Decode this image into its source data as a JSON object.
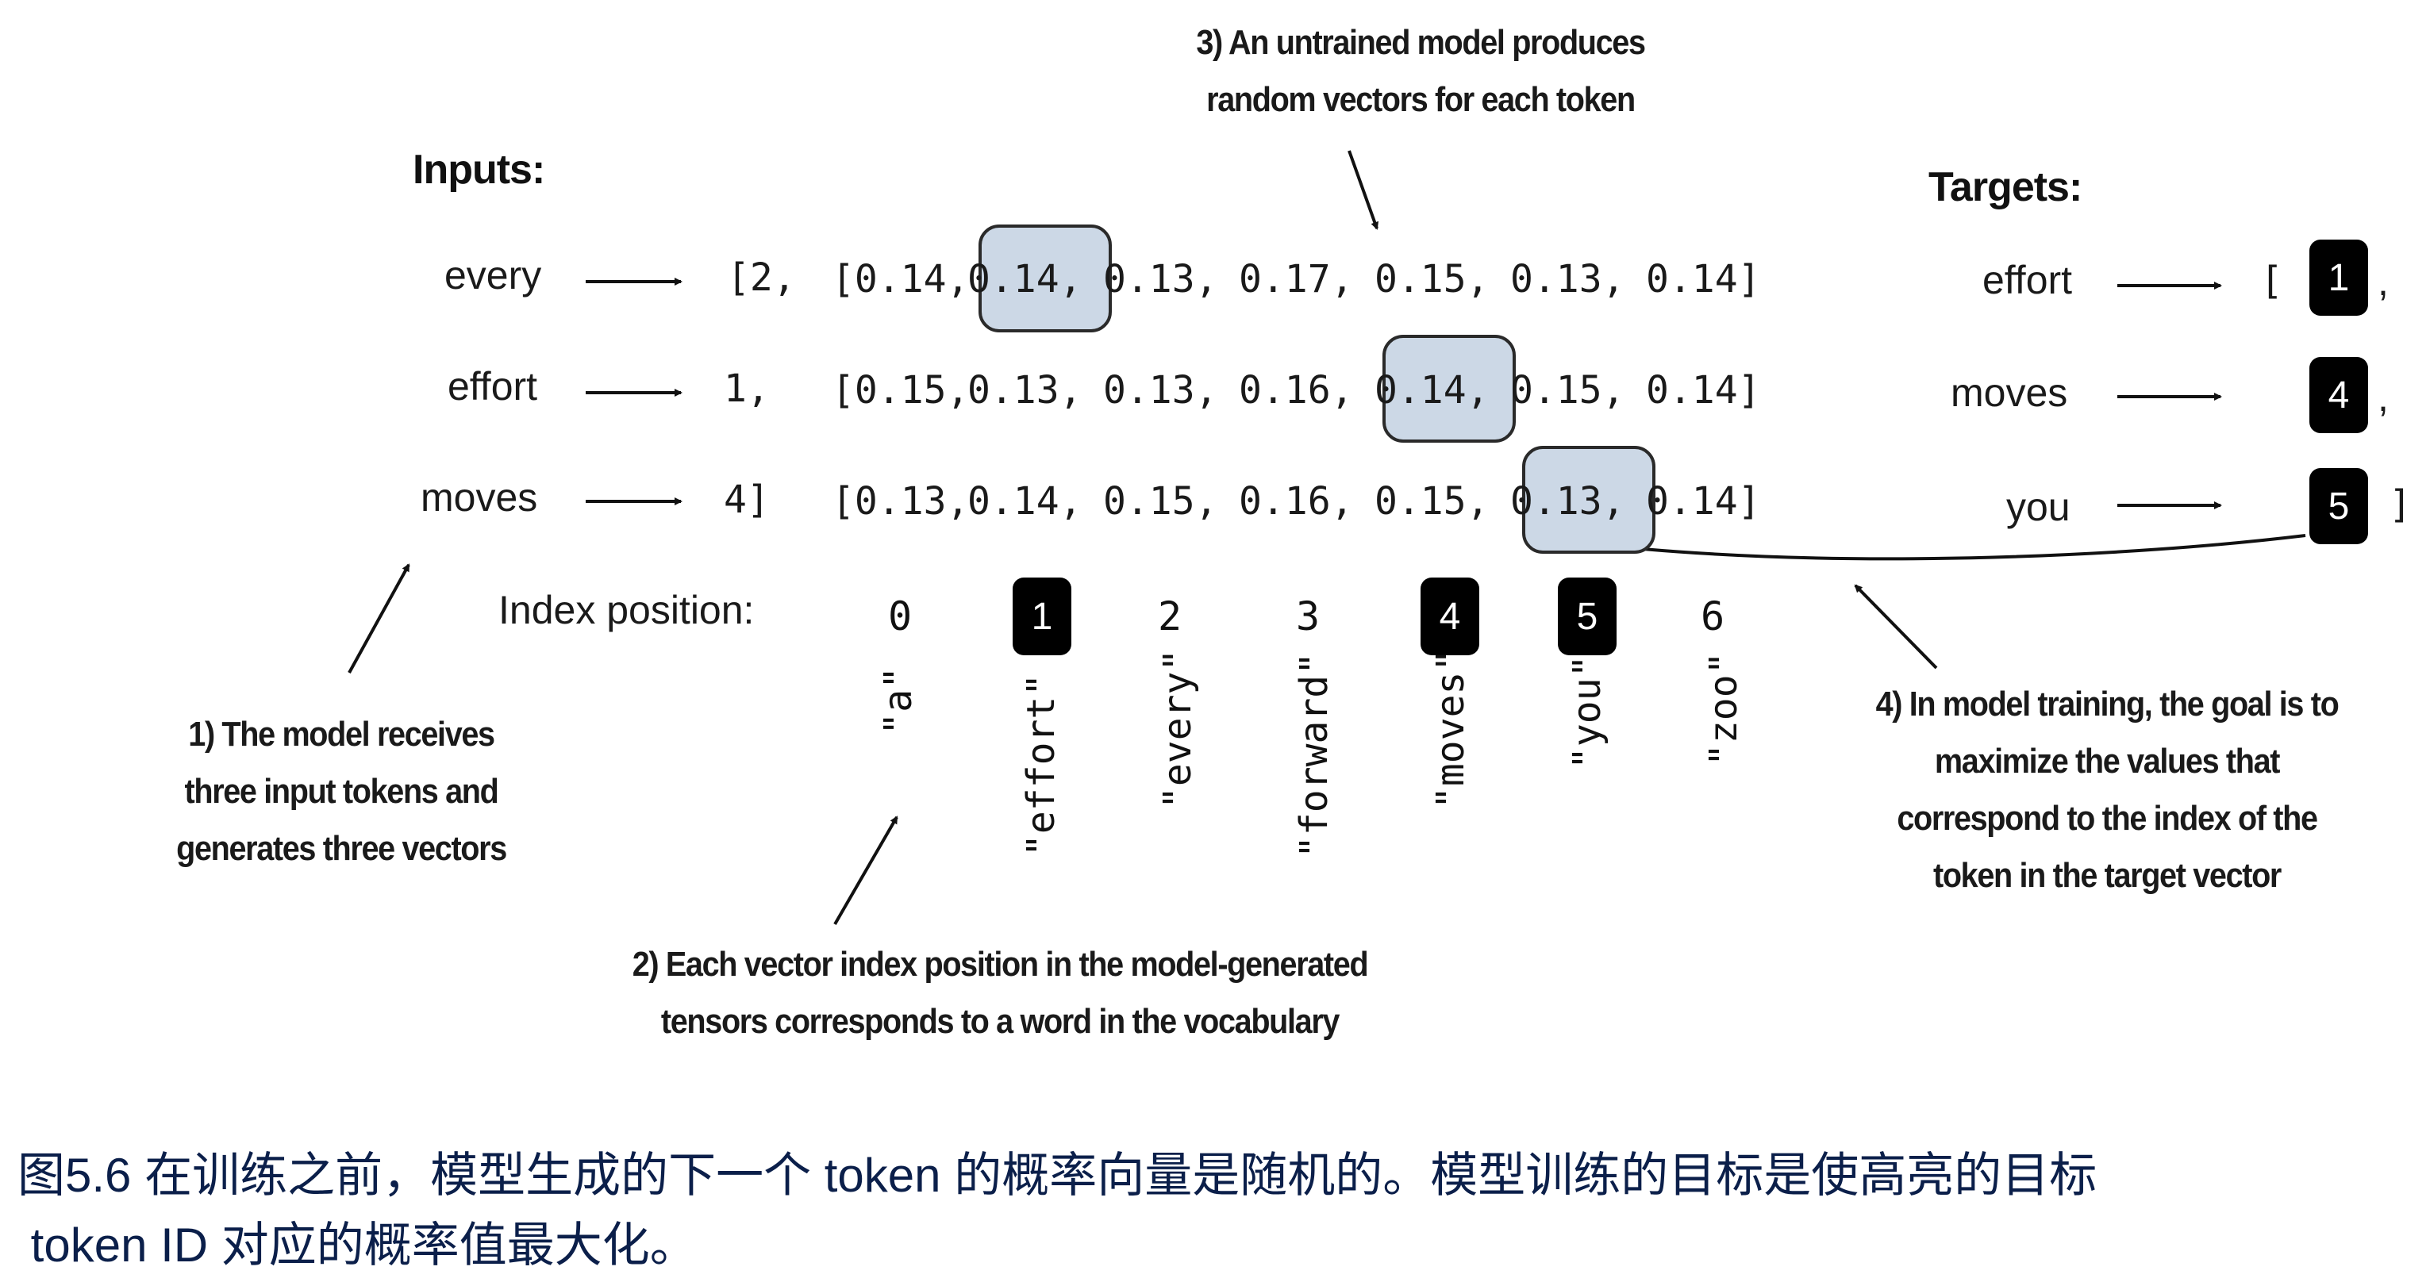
{
  "notes": {
    "n3_line1": "3) An untrained model produces",
    "n3_line2": "random vectors for each token",
    "n1_line1": "1) The model receives",
    "n1_line2": "three input tokens and",
    "n1_line3": "generates three vectors",
    "n2_line1": "2) Each vector index position in the model-generated",
    "n2_line2": "tensors corresponds to a word in the vocabulary",
    "n4_line1": "4) In model training, the goal is to",
    "n4_line2": "maximize the values that",
    "n4_line3": "correspond to the index of the",
    "n4_line4": "token in the target vector"
  },
  "inputs": {
    "heading": "Inputs:",
    "rows": [
      {
        "word": "every",
        "id": "[2,",
        "values": [
          "[0.14,",
          "0.14,",
          "0.13,",
          "0.17,",
          "0.15,",
          "0.13,",
          "0.14]"
        ]
      },
      {
        "word": "effort",
        "id": "1,",
        "values": [
          "[0.15,",
          "0.13,",
          "0.13,",
          "0.16,",
          "0.14,",
          "0.15,",
          "0.14]"
        ]
      },
      {
        "word": "moves",
        "id": "4]",
        "values": [
          "[0.13,",
          "0.14,",
          "0.15,",
          "0.16,",
          "0.15,",
          "0.13,",
          "0.14]"
        ]
      }
    ]
  },
  "targets": {
    "heading": "Targets:",
    "open_bracket": "[",
    "close_bracket": "]",
    "comma": ",",
    "rows": [
      {
        "word": "effort",
        "id": "1"
      },
      {
        "word": "moves",
        "id": "4"
      },
      {
        "word": "you",
        "id": "5"
      }
    ]
  },
  "index": {
    "label": "Index position:",
    "positions": [
      "0",
      "1",
      "2",
      "3",
      "4",
      "5",
      "6"
    ],
    "vocab": [
      "\"a\"",
      "\"effort\"",
      "\"every\"",
      "\"forward\"",
      "\"moves\"",
      "\"you\"",
      "\"zoo\""
    ]
  },
  "caption": {
    "line1": "图5.6 在训练之前，模型生成的下一个 token 的概率向量是随机的。模型训练的目标是使高亮的目标",
    "line2": " token ID 对应的概率值最大化。"
  },
  "colors": {
    "highlight_fill": "#ccd8e6",
    "caption_text": "#0b1f4a"
  }
}
